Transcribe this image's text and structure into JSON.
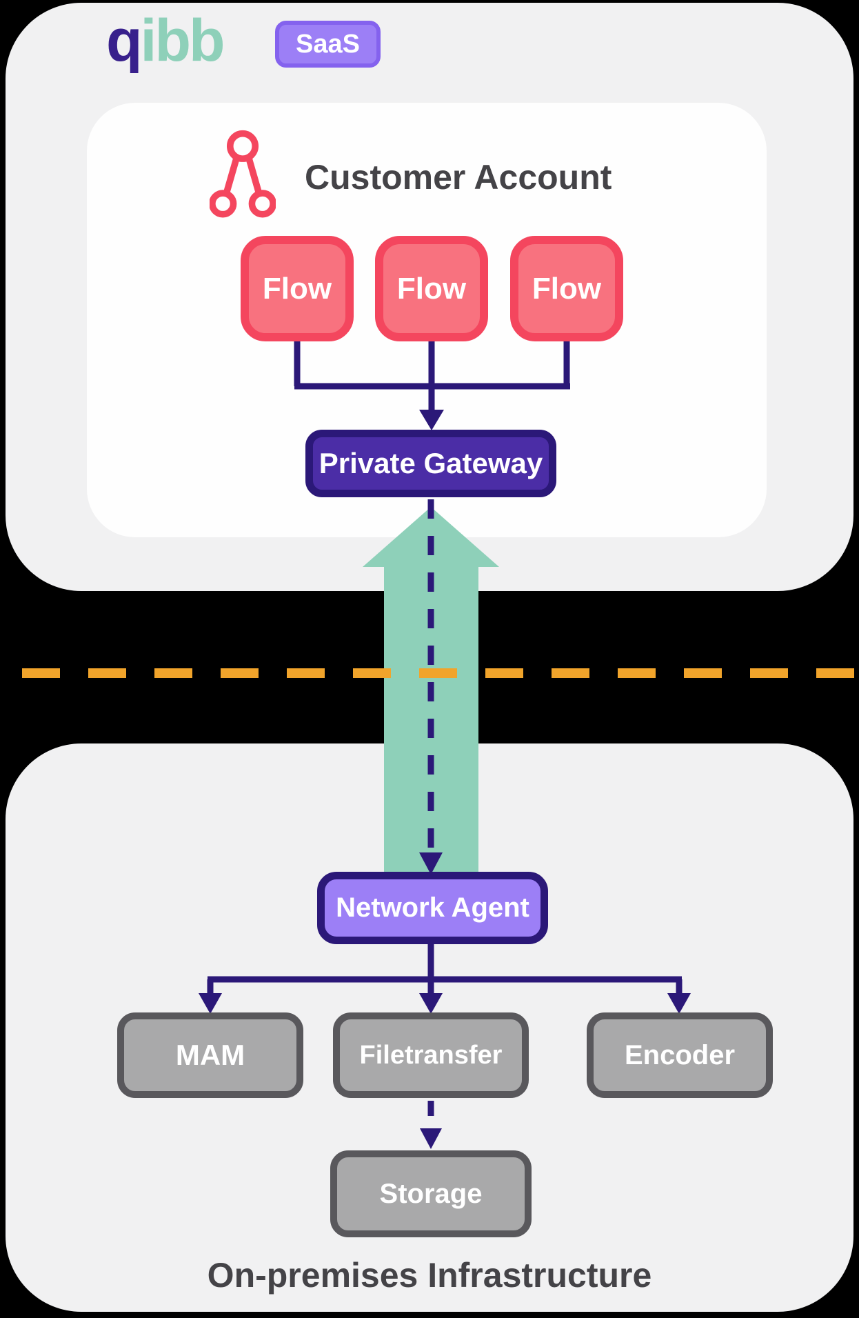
{
  "logo": {
    "brand_q": "q",
    "brand_rest": "ibb",
    "badge": "SaaS"
  },
  "saas_section": {
    "title": "Customer Account",
    "flows": [
      {
        "label": "Flow"
      },
      {
        "label": "Flow"
      },
      {
        "label": "Flow"
      }
    ],
    "gateway_label": "Private Gateway"
  },
  "onprem_section": {
    "agent_label": "Network Agent",
    "systems": [
      {
        "label": "MAM"
      },
      {
        "label": "Filetransfer"
      },
      {
        "label": "Encoder"
      }
    ],
    "storage_label": "Storage",
    "title": "On-premises Infrastructure"
  },
  "icons": {
    "customer_account": "network-nodes-icon"
  },
  "colors": {
    "bg_black": "#000000",
    "card_gray": "#f1f1f2",
    "panel_white": "#fefefe",
    "flow_border": "#f4465e",
    "flow_fill": "#f8727f",
    "icon_red": "#f4465e",
    "heading_gray": "#444347",
    "navy": "#2b1878",
    "gateway_fill": "#4b2da6",
    "agent_fill": "#9c7ff6",
    "badge_border": "#8462ee",
    "badge_fill": "#9c7ff6",
    "teal": "#8ed0b9",
    "q_purple": "#38208c",
    "orange": "#f1a42b",
    "graybox_border": "#59585c",
    "graybox_fill": "#a9a9aa"
  }
}
